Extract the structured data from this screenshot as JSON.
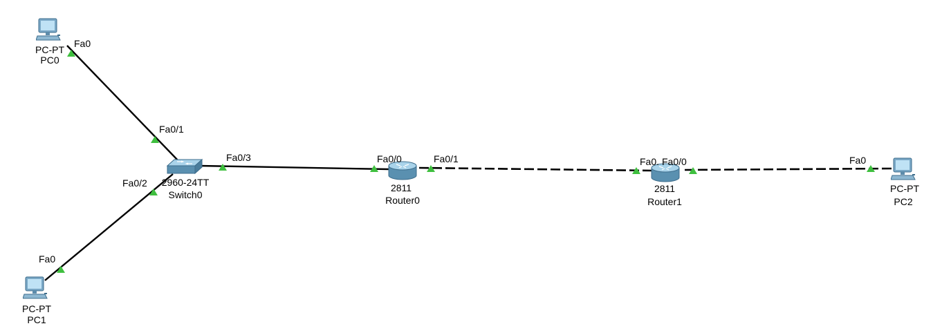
{
  "colors": {
    "cable": "#000000",
    "link_up": "#3fbf3f",
    "pc_screen": "#8fc6e6",
    "pc_body": "#6f9fbf",
    "device_body": "#5a90b0",
    "device_top": "#a9d3ea"
  },
  "devices": {
    "pc0": {
      "model": "PC-PT",
      "name": "PC0",
      "icon": "pc-icon"
    },
    "pc1": {
      "model": "PC-PT",
      "name": "PC1",
      "icon": "pc-icon"
    },
    "pc2": {
      "model": "PC-PT",
      "name": "PC2",
      "icon": "pc-icon"
    },
    "switch0": {
      "model": "2960-24TT",
      "name": "Switch0",
      "icon": "switch-icon"
    },
    "router0": {
      "model": "2811",
      "name": "Router0",
      "icon": "router-icon"
    },
    "router1": {
      "model": "2811",
      "name": "Router1",
      "icon": "router-icon"
    }
  },
  "ports": {
    "pc0_fa0": "Fa0",
    "sw_fa01": "Fa0/1",
    "sw_fa02": "Fa0/2",
    "sw_fa03": "Fa0/3",
    "pc1_fa0": "Fa0",
    "r0_fa00": "Fa0/0",
    "r0_fa01": "Fa0/1",
    "r1_fa0": "Fa0.",
    "r1_fa00": "Fa0/0",
    "pc2_fa0": "Fa0"
  },
  "links": [
    {
      "from": "PC0",
      "from_port": "Fa0",
      "to": "Switch0",
      "to_port": "Fa0/1",
      "style": "solid"
    },
    {
      "from": "PC1",
      "from_port": "Fa0",
      "to": "Switch0",
      "to_port": "Fa0/2",
      "style": "solid"
    },
    {
      "from": "Switch0",
      "from_port": "Fa0/3",
      "to": "Router0",
      "to_port": "Fa0/0",
      "style": "solid"
    },
    {
      "from": "Router0",
      "from_port": "Fa0/1",
      "to": "Router1",
      "to_port": "Fa0",
      "style": "dashed"
    },
    {
      "from": "Router1",
      "from_port": "Fa0/0",
      "to": "PC2",
      "to_port": "Fa0",
      "style": "dashed"
    }
  ]
}
